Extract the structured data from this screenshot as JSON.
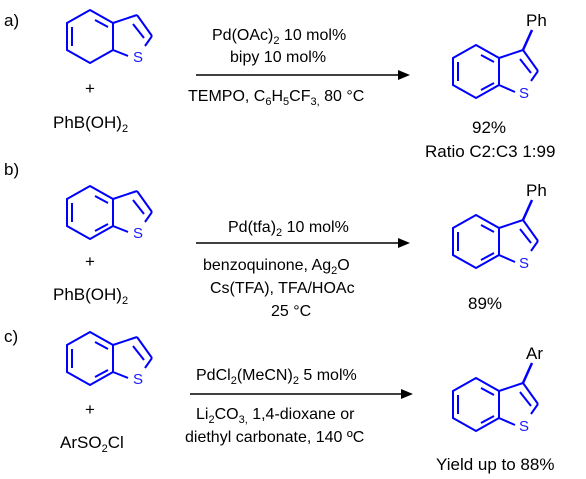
{
  "scheme": {
    "colors": {
      "bond": "#0000ff",
      "sulfur": "#1a1aff",
      "text": "#000000",
      "arrow": "#000000"
    },
    "atoms": {
      "sulfur": "S",
      "phenyl": "Ph",
      "aryl": "Ar"
    },
    "plus": "+",
    "reactions": [
      {
        "label": "a)",
        "reagent": {
          "main": "PhB(OH)",
          "sub": "2"
        },
        "conditions_top": [
          {
            "main": "Pd(OAc)",
            "sub": "2",
            "rest": " 10 mol%"
          },
          {
            "main": "bipy  10 mol%",
            "sub": "",
            "rest": ""
          }
        ],
        "conditions_bottom": [
          {
            "parts": [
              "TEMPO, C",
              "6",
              "H",
              "5",
              "CF",
              "3,",
              " 80 °C"
            ]
          }
        ],
        "product_substituent": "Ph",
        "result": [
          "92%",
          "Ratio C2:C3 1:99"
        ]
      },
      {
        "label": "b)",
        "reagent": {
          "main": "PhB(OH)",
          "sub": "2"
        },
        "conditions_top": [
          {
            "main": "Pd(tfa)",
            "sub": "2",
            "rest": " 10 mol%"
          }
        ],
        "conditions_bottom": [
          {
            "parts": [
              "benzoquinone, Ag",
              "2",
              "O"
            ]
          },
          {
            "parts": [
              "Cs(TFA), TFA/HOAc"
            ]
          },
          {
            "parts": [
              "25 °C"
            ]
          }
        ],
        "product_substituent": "Ph",
        "result": [
          "89%"
        ]
      },
      {
        "label": "c)",
        "reagent": {
          "main": "ArSO",
          "sub": "2",
          "rest": "Cl"
        },
        "conditions_top": [
          {
            "main": "PdCl",
            "sub": "2",
            "rest": "(MeCN)",
            "sub2": "2",
            "rest2": " 5 mol%"
          }
        ],
        "conditions_bottom": [
          {
            "parts": [
              "Li",
              "2",
              "CO",
              "3,",
              " 1,4-dioxane or"
            ]
          },
          {
            "parts": [
              "diethyl carbonate, 140 ºC"
            ]
          }
        ],
        "product_substituent": "Ar",
        "result": [
          "Yield up to 88%"
        ]
      }
    ]
  }
}
